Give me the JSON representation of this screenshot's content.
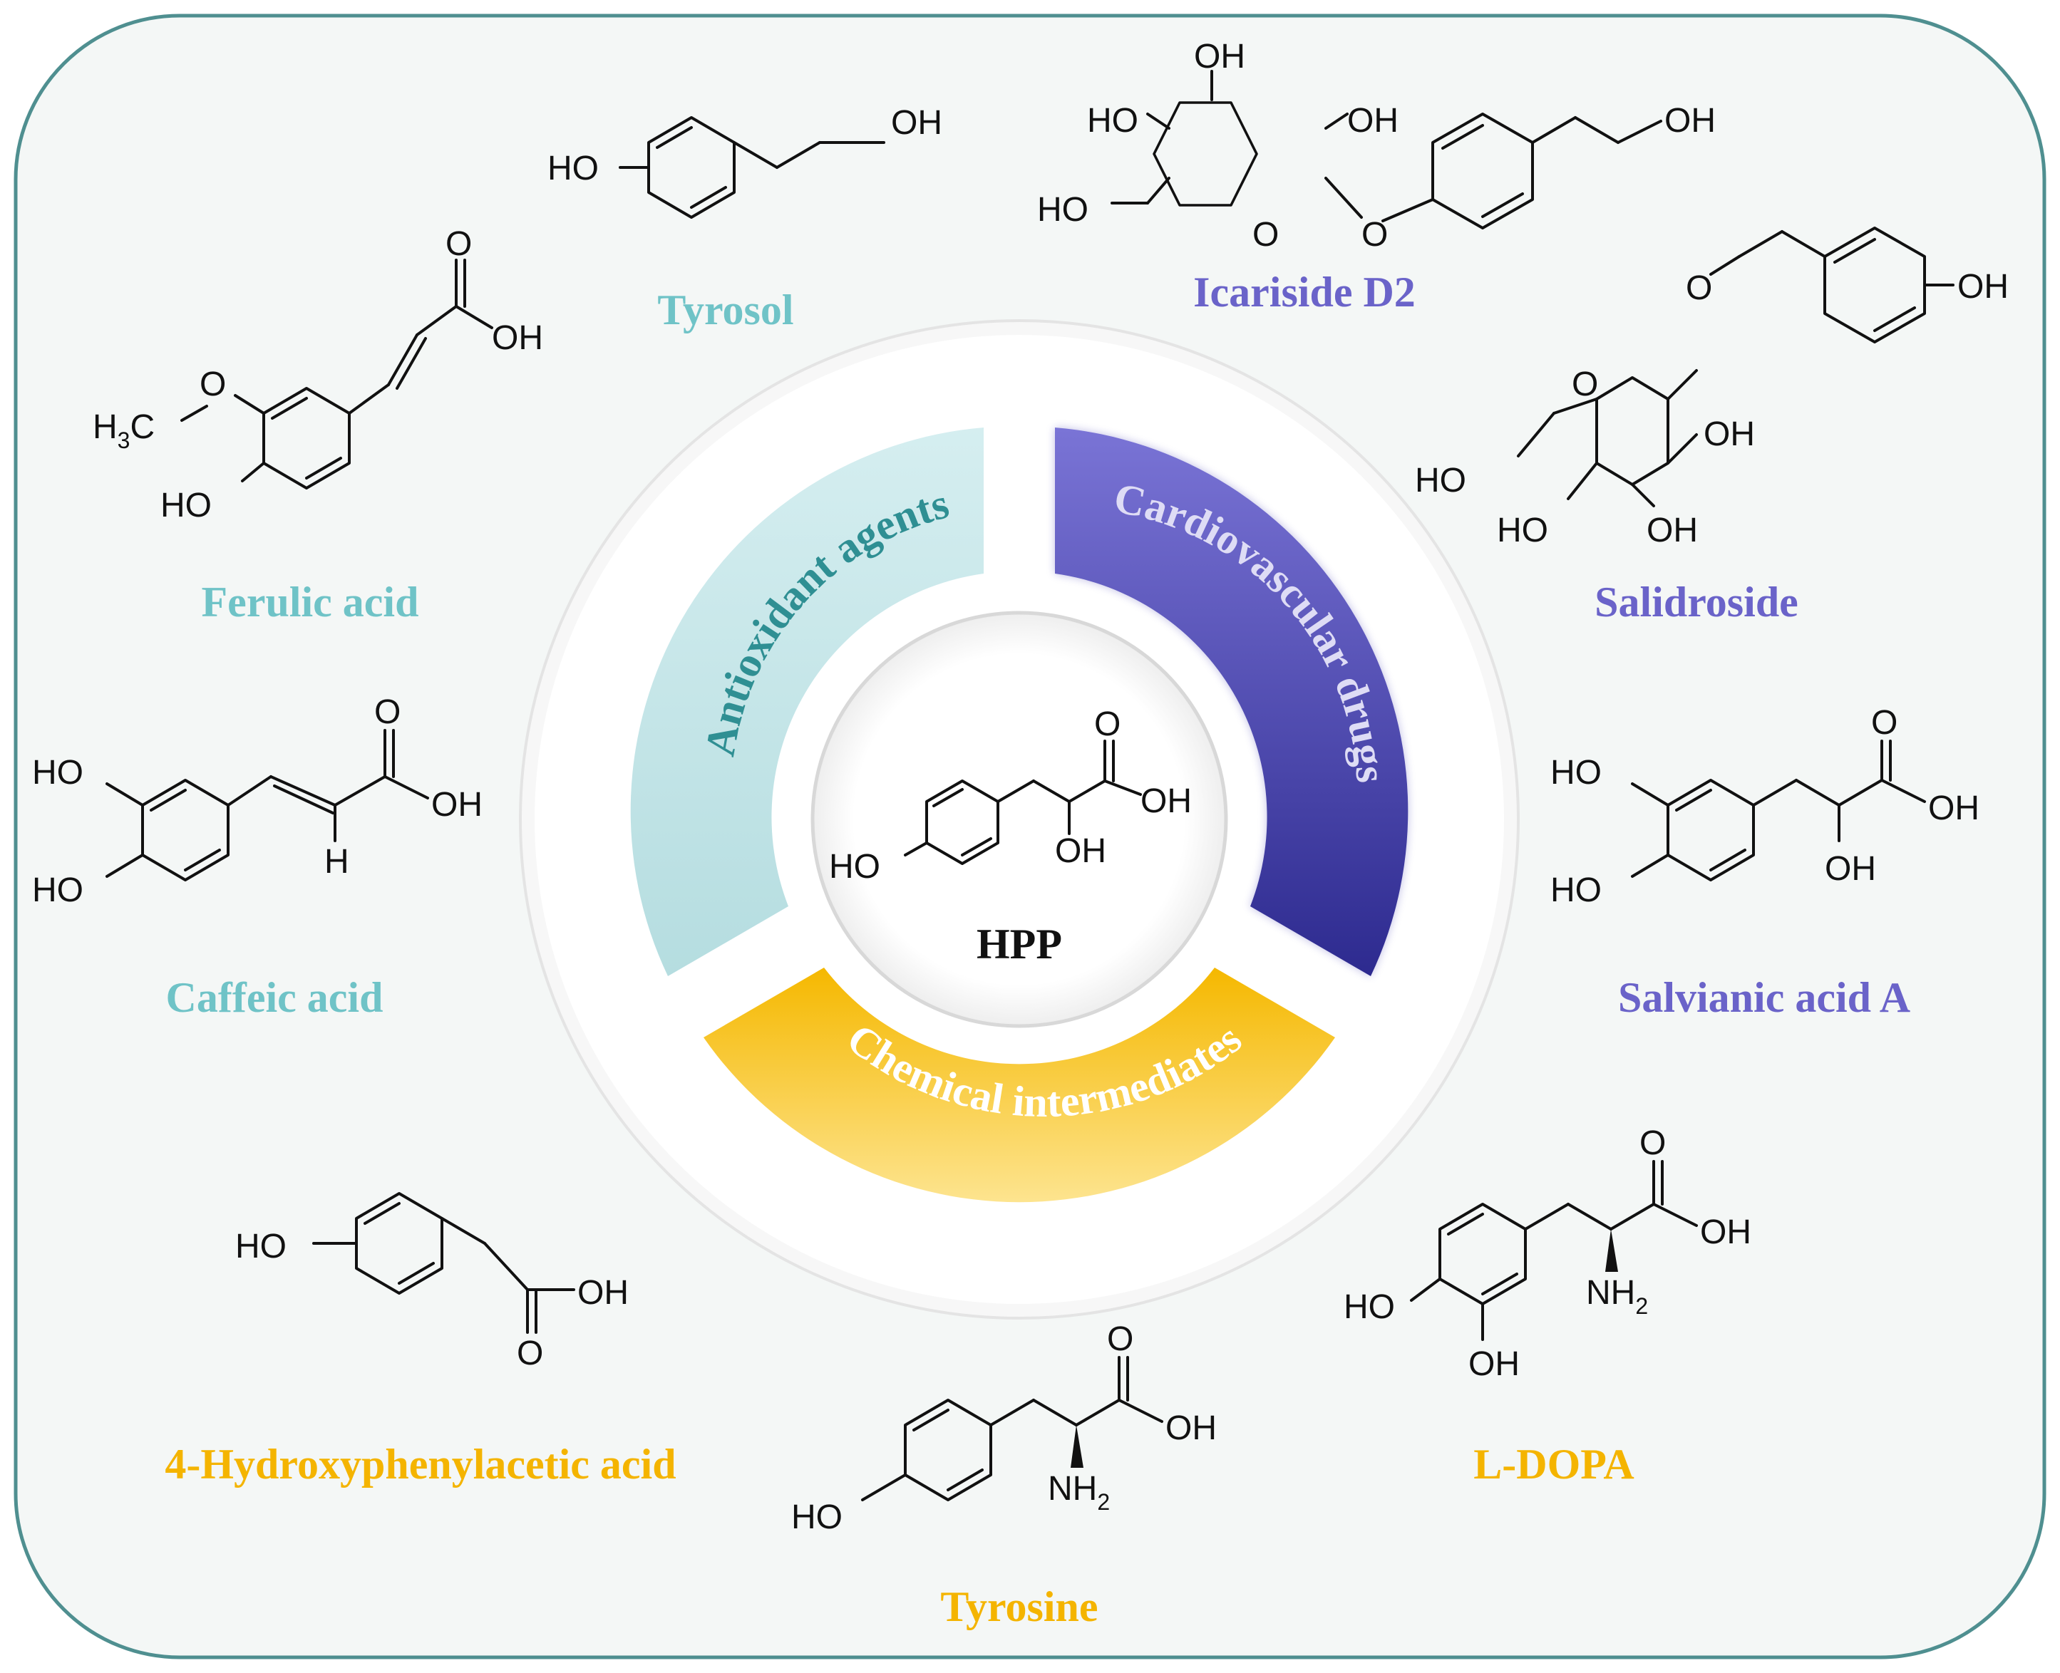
{
  "center": {
    "label": "HPP"
  },
  "segments": [
    {
      "label": "Antioxidant agents",
      "color": "#bfe3e6",
      "text_color": "#2f8f93"
    },
    {
      "label": "Cardiovascular drugs",
      "color": "#4a44b5",
      "text_color": "#dedcf5"
    },
    {
      "label": "Chemical intermediates",
      "color": "#f6c11a",
      "text_color": "#ffffff"
    }
  ],
  "compounds": {
    "tyrosol": {
      "label": "Tyrosol",
      "color": "#6fc3c7"
    },
    "icariside_d2": {
      "label": "Icariside D2",
      "color": "#6a63c9"
    },
    "ferulic_acid": {
      "label": "Ferulic acid",
      "color": "#6fc3c7"
    },
    "salidroside": {
      "label": "Salidroside",
      "color": "#6a63c9"
    },
    "caffeic_acid": {
      "label": "Caffeic acid",
      "color": "#6fc3c7"
    },
    "salvianic_acid_a": {
      "label": "Salvianic acid A",
      "color": "#6a63c9"
    },
    "hydroxyphenylacetic_acid": {
      "label": "4-Hydroxyphenylacetic acid",
      "color": "#f4b400"
    },
    "l_dopa": {
      "label": "L-DOPA",
      "color": "#f4b400"
    },
    "tyrosine": {
      "label": "Tyrosine",
      "color": "#f4b400"
    }
  },
  "atoms": {
    "oh": "OH",
    "ho": "HO",
    "o": "O",
    "h": "H",
    "h3c": "H",
    "h3c_sub": "3",
    "h3c_c": "C",
    "nh": "NH",
    "nh_sub": "2"
  }
}
